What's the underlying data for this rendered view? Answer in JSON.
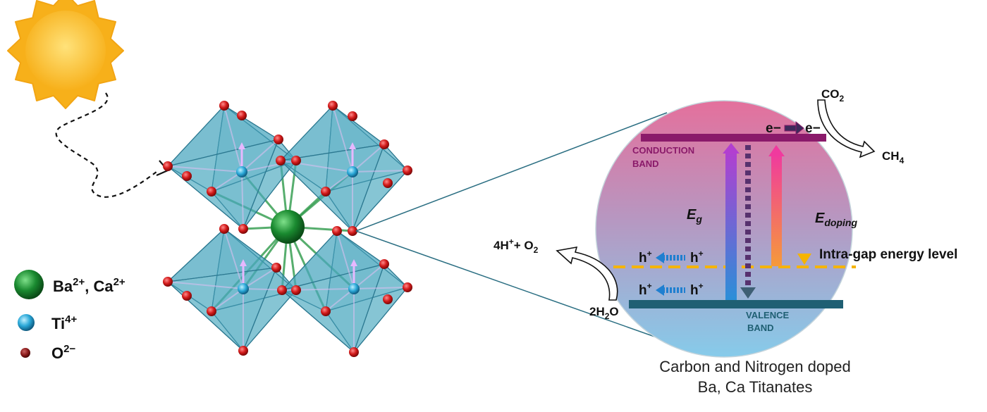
{
  "legend": {
    "ba_ca": {
      "main": "Ba",
      "sup1": "2+",
      "mid": ", Ca",
      "sup2": "2+"
    },
    "ti": {
      "main": "Ti",
      "sup": "4+"
    },
    "o": {
      "main": "O",
      "sup": "2−"
    }
  },
  "diagram": {
    "conduction_band": [
      "CONDUCTION",
      "BAND"
    ],
    "valence_band": [
      "VALENCE",
      "BAND"
    ],
    "eg": {
      "main": "E",
      "sub": "g"
    },
    "edoping": {
      "main": "E",
      "sub": "doping"
    },
    "intra_gap": "Intra-gap energy level",
    "electron": "e−",
    "hole": "h",
    "hole_sup": "+",
    "co2": {
      "main": "CO",
      "sub": "2"
    },
    "ch4": {
      "main": "CH",
      "sub": "4"
    },
    "water": {
      "pre": "2H",
      "sub": "2",
      "post": "O"
    },
    "oxygen": {
      "pre": "4H",
      "sup": "+",
      "mid": "+ O",
      "sub": "2"
    }
  },
  "caption": [
    "Carbon and Nitrogen doped",
    "Ba, Ca Titanates"
  ],
  "colors": {
    "conduction_band": "#8a1a6a",
    "valence_band": "#1f5f73",
    "intra_gap_line": "#f5b400",
    "hole_text": "#1f7fd0",
    "octahedron": "#4aa8bf",
    "oxygen_atom": "#d21a1a",
    "ba_atom": "#177a2a",
    "ti_atom": "#2aa8d8"
  }
}
